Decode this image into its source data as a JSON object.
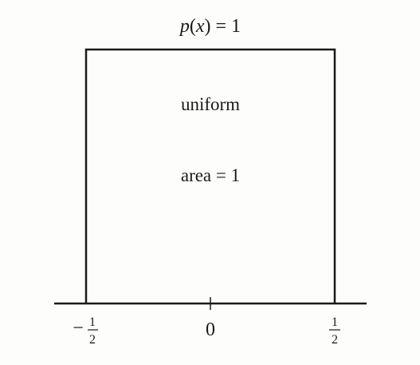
{
  "diagram": {
    "density_label": {
      "func": "p",
      "open": "(",
      "var": "x",
      "close": ")",
      "equals_value": " = 1"
    },
    "inner_labels": {
      "shape": "uniform",
      "area": "area = 1"
    },
    "ticks": {
      "left": {
        "sign": "−",
        "numerator": "1",
        "denominator": "2"
      },
      "center": "0",
      "right": {
        "numerator": "1",
        "denominator": "2"
      }
    },
    "colors": {
      "ink": "#1a1a1a",
      "paper": "#fdfdfc"
    }
  }
}
